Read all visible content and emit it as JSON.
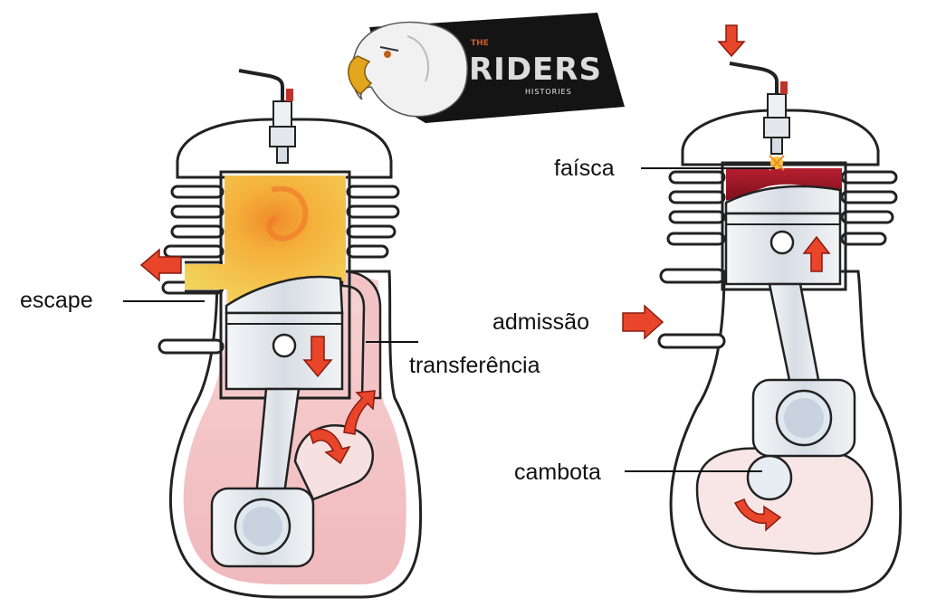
{
  "logo": {
    "brand": "RIDERS",
    "prefix": "THE",
    "subtitle": "HISTORIES"
  },
  "labels": {
    "escape": "escape",
    "transfer": "transferência",
    "spark": "faísca",
    "intake": "admissão",
    "crankshaft": "cambota"
  },
  "colors": {
    "arrow": "#e8452a",
    "exhaust_gas": "#f2c23a",
    "crankcase": "#f5c6c6",
    "combustion": "#a8162a",
    "metal": "#dfe5ec"
  }
}
